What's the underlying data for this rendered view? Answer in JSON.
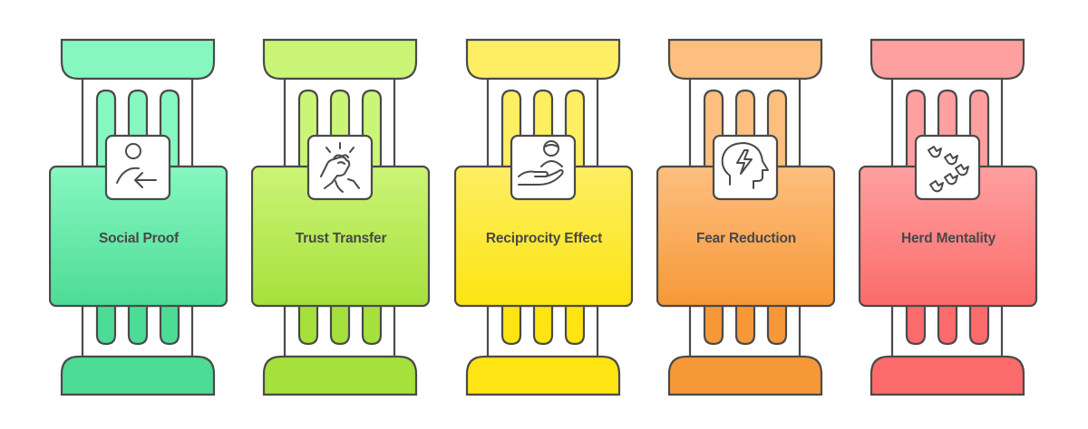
{
  "diagram": {
    "type": "pillars",
    "stroke_color": "#4a4a4a",
    "pillars": [
      {
        "label": "Social Proof",
        "icon": "person-arrow-left-icon",
        "colors": {
          "top": "#86f7c0",
          "mid_top": "#6cee b0",
          "mid": "#62e8a8",
          "mid_bottom": "#55e29f",
          "base": "#4ddc95"
        }
      },
      {
        "label": "Trust Transfer",
        "icon": "handshake-clasp-icon",
        "colors": {
          "top": "#cbf576",
          "mid": "#b9ec56",
          "base": "#a6e03c"
        }
      },
      {
        "label": "Reciprocity Effect",
        "icon": "hand-giving-person-icon",
        "colors": {
          "top": "#fdee64",
          "mid": "#fde93a",
          "base": "#fde412"
        }
      },
      {
        "label": "Fear Reduction",
        "icon": "head-lightning-icon",
        "colors": {
          "top": "#fdbf7f",
          "mid": "#fbaa5c",
          "base": "#f79838"
        }
      },
      {
        "label": "Herd Mentality",
        "icon": "flock-of-birds-icon",
        "colors": {
          "top": "#fea0a0",
          "mid": "#fe8585",
          "base": "#fc6b6b"
        }
      }
    ]
  }
}
